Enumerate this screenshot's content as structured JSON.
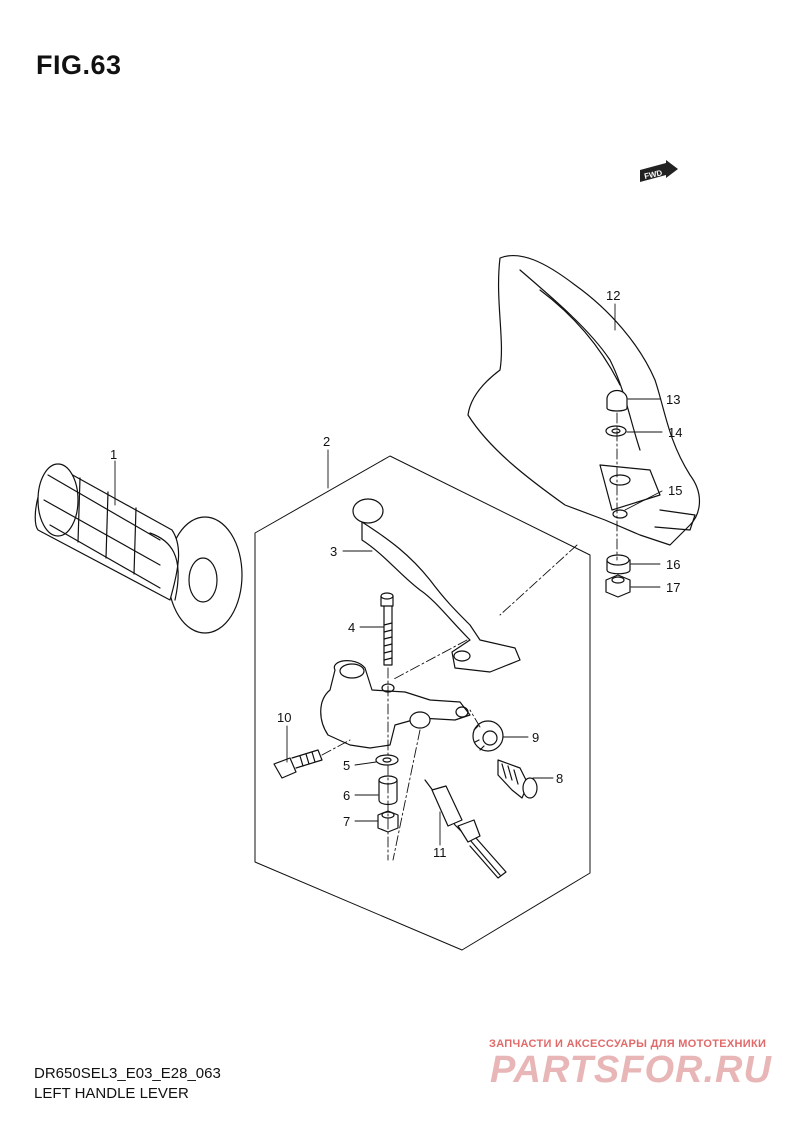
{
  "figure": {
    "title": "FIG.63",
    "model_code": "DR650SEL3_E03_E28_063",
    "caption": "LEFT HANDLE LEVER",
    "fwd_label": "FWD"
  },
  "watermark": {
    "text": "ЗАПЧАСТИ И АКСЕССУАРЫ ДЛЯ МОТОТЕХНИКИ",
    "logo": "PARTSFOR.RU"
  },
  "callouts": [
    "1",
    "2",
    "3",
    "4",
    "5",
    "6",
    "7",
    "8",
    "9",
    "10",
    "11",
    "12",
    "13",
    "14",
    "15",
    "16",
    "17"
  ]
}
